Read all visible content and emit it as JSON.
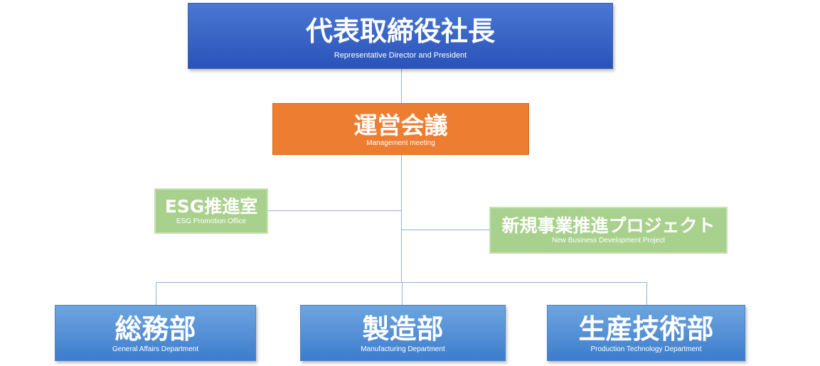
{
  "president": {
    "jp": "代表取締役社長",
    "en": "Representative Director and President"
  },
  "meeting": {
    "jp": "運営会議",
    "en": "Management meeting"
  },
  "esg": {
    "jp": "ESG推進室",
    "en": "ESG Promotion Office"
  },
  "new_business": {
    "jp": "新規事業推進プロジェクト",
    "en": "New Business Development Project"
  },
  "departments": [
    {
      "jp": "総務部",
      "en": "General Affairs Department"
    },
    {
      "jp": "製造部",
      "en": "Manufacturing Department"
    },
    {
      "jp": "生産技術部",
      "en": "Production Technology Department"
    }
  ],
  "colors": {
    "president": "#2f5cc0",
    "meeting": "#ed7d31",
    "staff": "#a9d18e",
    "department": "#5b9bd5",
    "connector": "#8fb4da"
  }
}
